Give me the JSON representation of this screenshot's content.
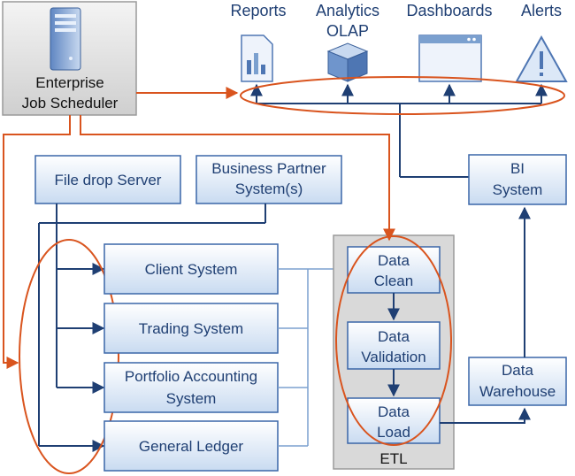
{
  "scheduler": {
    "line1": "Enterprise",
    "line2": "Job Scheduler"
  },
  "outputs": [
    {
      "line1": "Reports",
      "line2": "",
      "icon": "report-icon"
    },
    {
      "line1": "Analytics",
      "line2": "OLAP",
      "icon": "olap-cube-icon"
    },
    {
      "line1": "Dashboards",
      "line2": "",
      "icon": "dashboard-icon"
    },
    {
      "line1": "Alerts",
      "line2": "",
      "icon": "alert-icon"
    }
  ],
  "sources": {
    "file_drop": "File drop Server",
    "partner_line1": "Business Partner",
    "partner_line2": "System(s)"
  },
  "systems": [
    {
      "line1": "Client System",
      "line2": ""
    },
    {
      "line1": "Trading System",
      "line2": ""
    },
    {
      "line1": "Portfolio Accounting",
      "line2": "System"
    },
    {
      "line1": "General Ledger",
      "line2": ""
    }
  ],
  "etl": {
    "label": "ETL",
    "steps": [
      {
        "line1": "Data",
        "line2": "Clean"
      },
      {
        "line1": "Data",
        "line2": "Validation"
      },
      {
        "line1": "Data",
        "line2": "Load"
      }
    ]
  },
  "warehouse": {
    "line1": "Data",
    "line2": "Warehouse"
  },
  "bi": {
    "line1": "BI",
    "line2": "System"
  },
  "colors": {
    "navy": "#1f3f73",
    "orange": "#d9541e",
    "box_border": "#3a66a8",
    "box_fill": "#dce8f7"
  }
}
